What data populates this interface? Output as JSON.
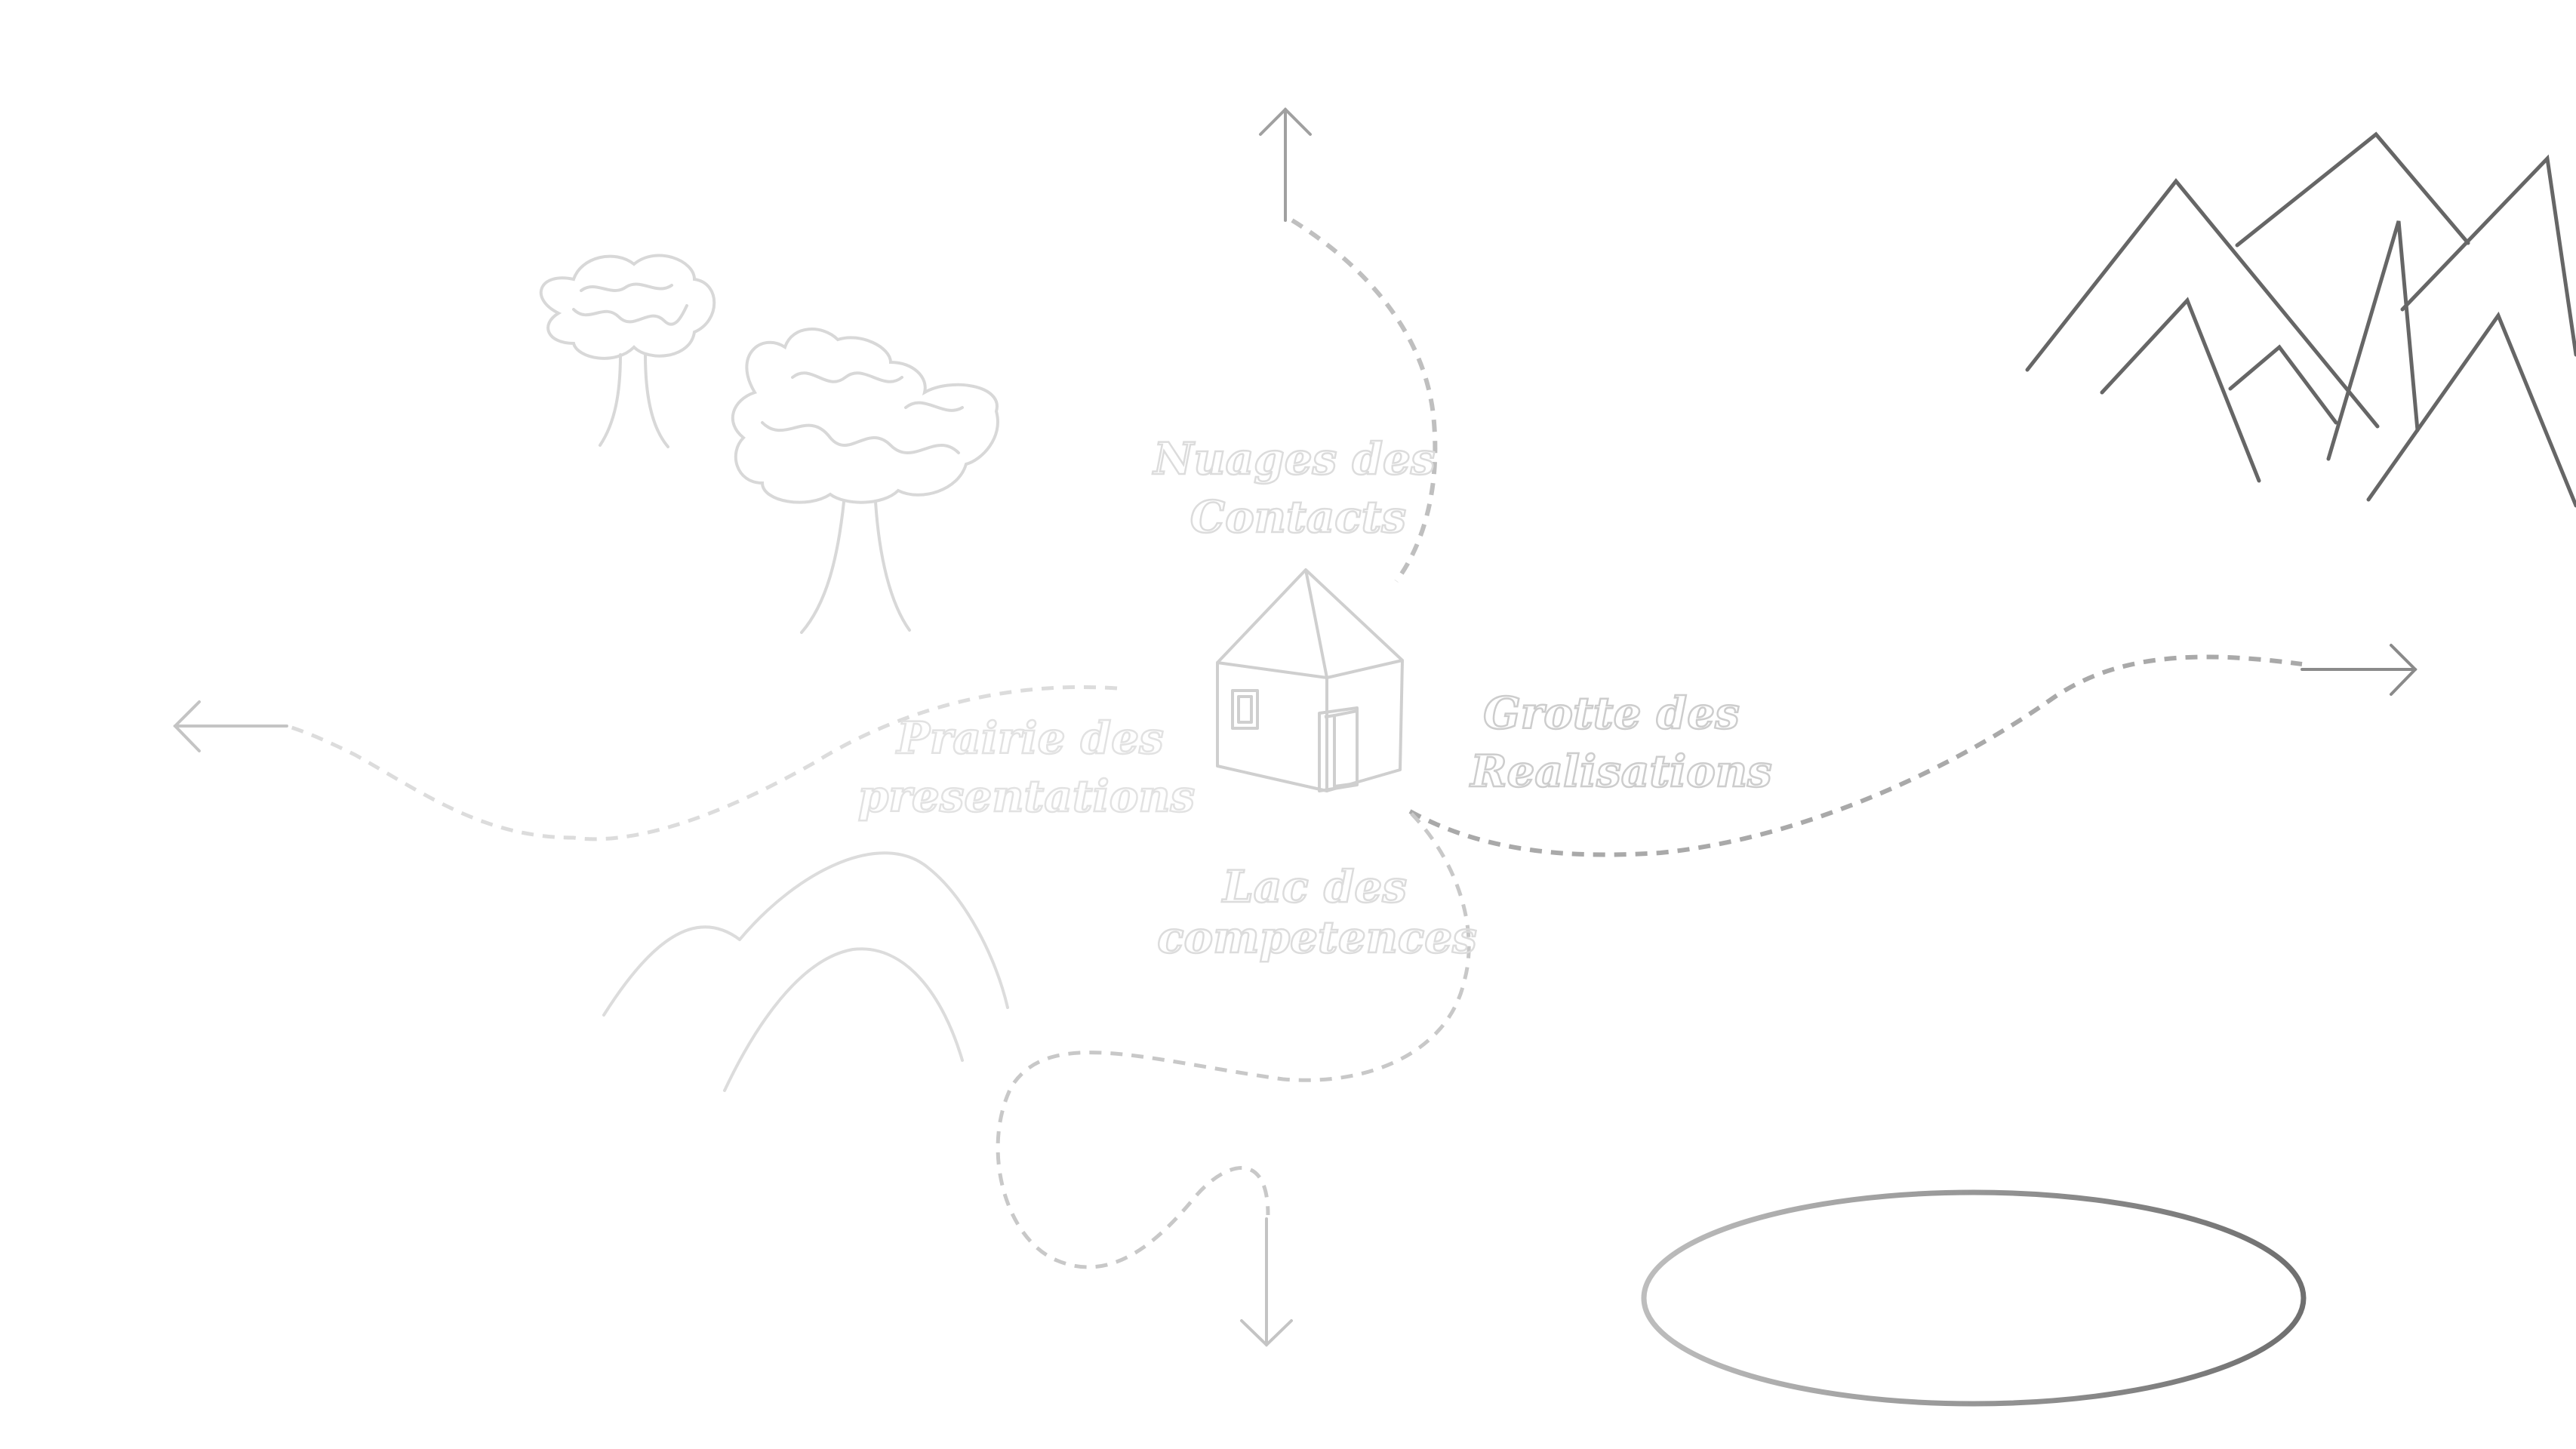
{
  "labels": {
    "contacts_line1": "Nuages des",
    "contacts_line2": "Contacts",
    "presentation_line1": "Prairie des",
    "presentation_line2": "presentations",
    "realisations_line1": "Grotte des",
    "realisations_line2": "Realisations",
    "competences_line1": "Lac des",
    "competences_line2": "competences"
  },
  "icons": {
    "house": "house-icon",
    "trees": "trees-icon",
    "hills": "hills-icon",
    "mountains": "mountains-icon",
    "lake": "lake-icon",
    "arrow_up": "arrow-up-icon",
    "arrow_left": "arrow-left-icon",
    "arrow_right": "arrow-right-icon",
    "arrow_down": "arrow-down-icon"
  },
  "colors": {
    "faint": "#d6d6d6",
    "path": "#b9b9b9",
    "dark": "#5e5e5e",
    "lake_edge": "#888888"
  }
}
